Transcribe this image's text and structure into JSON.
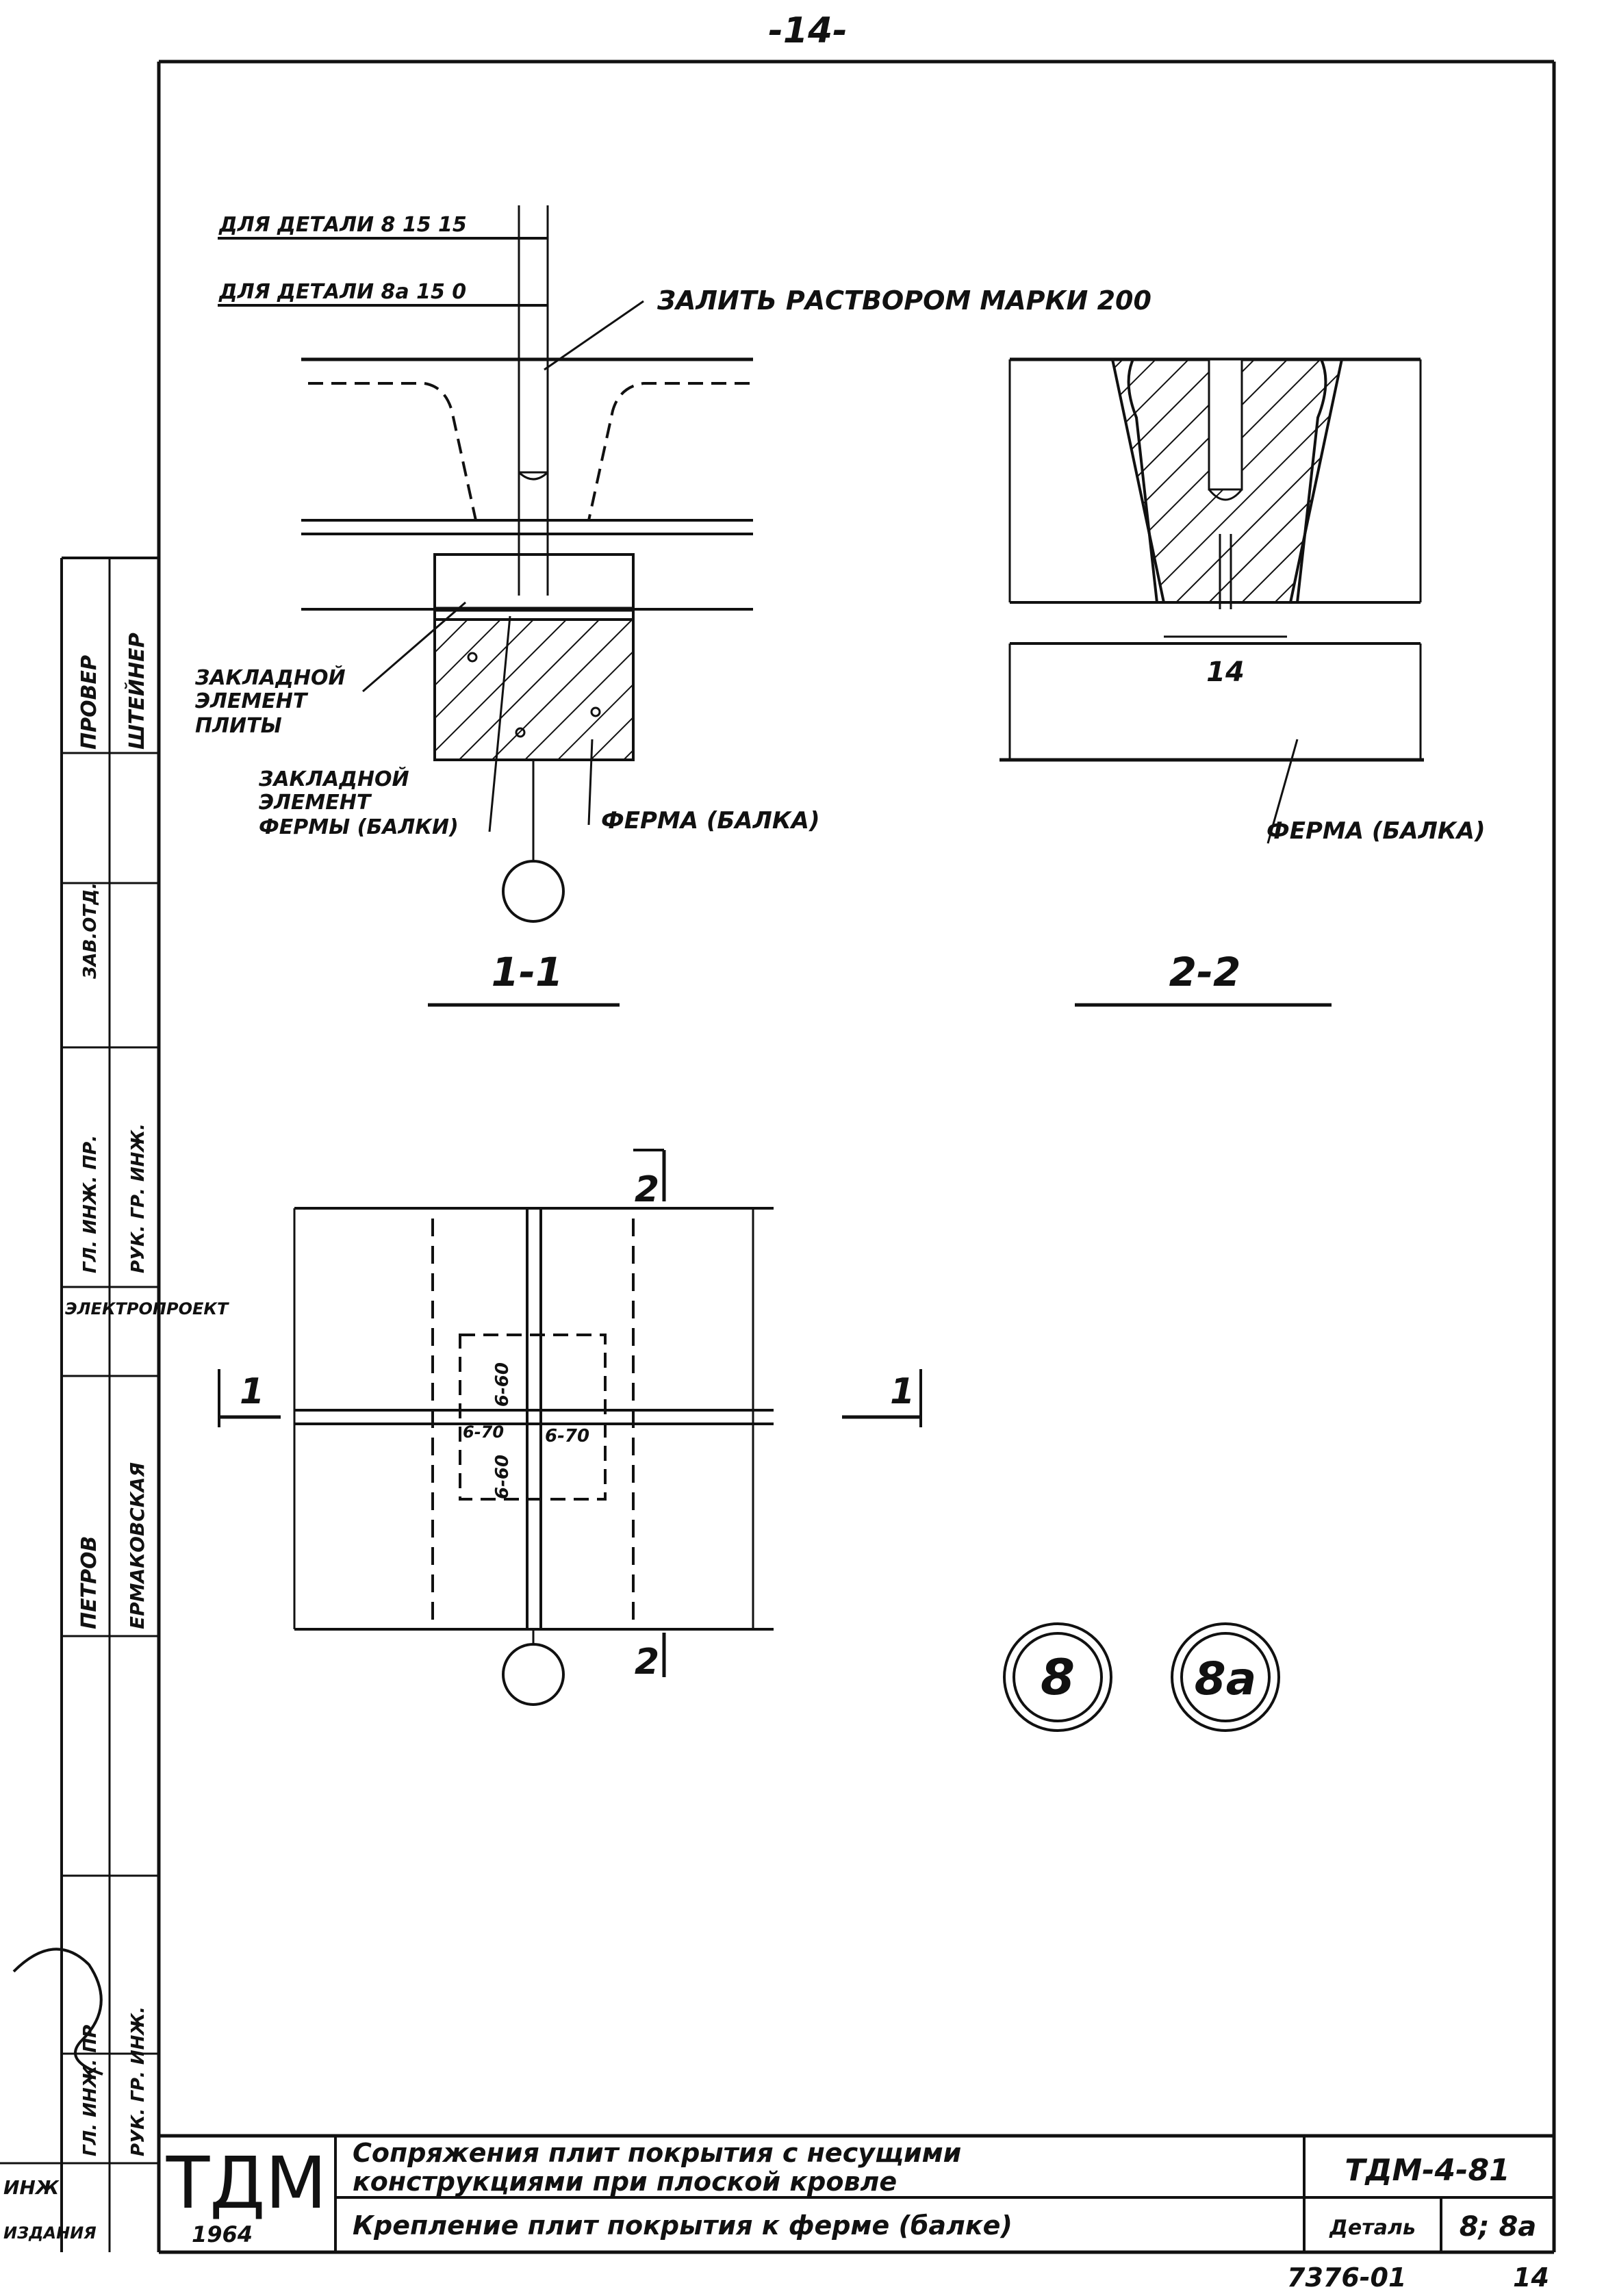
{
  "page_number": "-14-",
  "labels": {
    "note_detail_8": "ДЛЯ ДЕТАЛИ 8  15  15",
    "note_detail_8a": "ДЛЯ ДЕТАЛИ 8а  15  0",
    "grout_note": "ЗАЛИТЬ РАСТВОРОМ МАРКИ 200",
    "embedded_plate_l1": "ЗАКЛАДНОЙ",
    "embedded_plate_l2": "ЭЛЕМЕНТ",
    "embedded_plate_l3": "ПЛИТЫ",
    "embedded_truss_l1": "ЗАКЛАДНОЙ",
    "embedded_truss_l2": "ЭЛЕМЕНТ",
    "embedded_truss_l3": "ФЕРМЫ (БАЛКИ)",
    "truss_1": "ФЕРМА (БАЛКА)",
    "truss_2": "ФЕРМА (БАЛКА)",
    "gap_dim": "14",
    "section_1": "1-1",
    "section_2": "2-2",
    "cut_mark_2_top": "2",
    "cut_mark_2_bottom": "2",
    "cut_mark_1_left": "1",
    "cut_mark_1_right": "1",
    "weld_top": "6-60",
    "weld_left": "6-70",
    "weld_right": "6-70",
    "weld_bottom": "6-60",
    "detail_8": "8",
    "detail_8a": "8а"
  },
  "side_stamp": {
    "cells": [
      "ПРОВЕР",
      "ШТЕЙНЕР",
      "ЗАВ.ОТД.",
      "РУК. ГР. ИНЖ.",
      "ГЛ. ИНЖ. ПР.",
      "ЭЛЕКТРОПРОЕКТ",
      "ПЕТРОВ",
      "ЕРМАКОВСКАЯ",
      "ГЛ. ИНЖ. ПР",
      "РУК. ГР. ИНЖ.",
      "ИНЖ",
      "ИЗДАНИЯ"
    ]
  },
  "title_block": {
    "logo": "ТДМ",
    "year": "1964",
    "title_l1": "Сопряжения плит покрытия с несущими",
    "title_l2": "конструкциями при плоской кровле",
    "subtitle": "Крепление плит покрытия к ферме (балке)",
    "code": "ТДМ-4-81",
    "detail_label": "Деталь",
    "detail_value": "8; 8а"
  },
  "footer": {
    "number": "7376-01",
    "sheet": "14"
  }
}
